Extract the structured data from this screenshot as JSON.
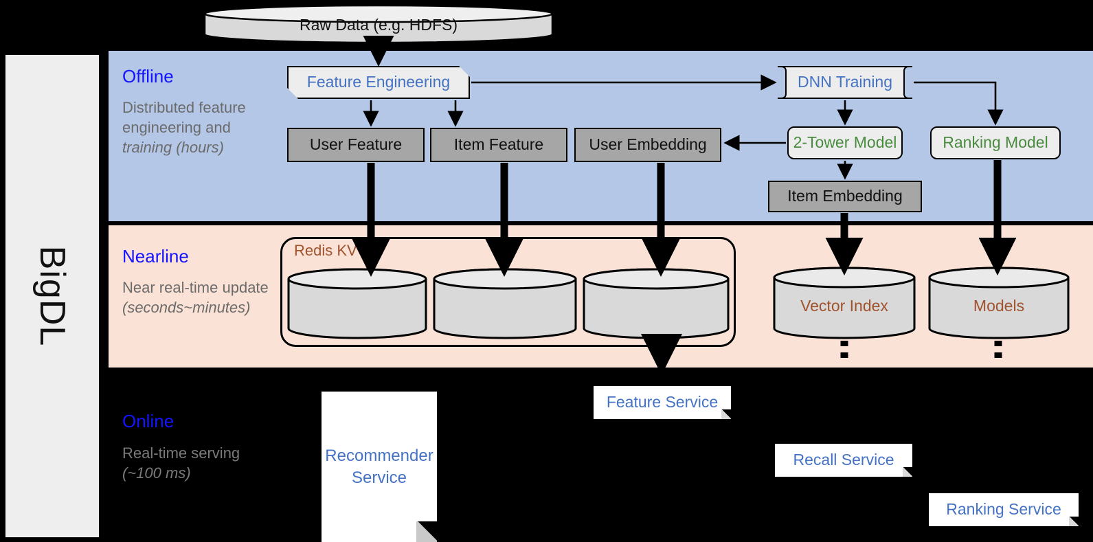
{
  "rail": {
    "label": "BigDL"
  },
  "bands": {
    "offline": {
      "title": "Offline",
      "subtitle": "Distributed feature engineering and training (hours)",
      "color": "#b4c7e7"
    },
    "nearline": {
      "title": "Nearline",
      "subtitle": "Near real-time update (seconds~minutes)",
      "color": "#fae3d6"
    },
    "online": {
      "title": "Online",
      "subtitle": "Real-time serving (~100 ms)",
      "color": "#000000"
    }
  },
  "source": {
    "label": "Raw Data (e.g. HDFS)"
  },
  "offline_nodes": {
    "feature_engineering": "Feature Engineering",
    "dnn_training": "DNN Training",
    "user_feature": "User Feature",
    "item_feature": "Item Feature",
    "user_embedding": "User Embedding",
    "two_tower_model": "2-Tower Model",
    "ranking_model": "Ranking Model",
    "item_embedding": "Item Embedding"
  },
  "nearline_nodes": {
    "redis_group": "Redis KV",
    "store_user_feature": "",
    "store_item_feature": "",
    "store_user_embedding": "",
    "vector_index": "Vector Index",
    "models": "Models"
  },
  "online_nodes": {
    "recommender_service": "Recommender Service",
    "feature_service": "Feature Service",
    "recall_service": "Recall Service",
    "ranking_service": "Ranking Service"
  },
  "colors": {
    "accent_blue": "#4472c4",
    "label_blue": "#1414ff",
    "model_green": "#4a8c3f",
    "store_brown": "#a0522d",
    "grey_box": "#a6a6a6",
    "light_box": "#ededed"
  }
}
